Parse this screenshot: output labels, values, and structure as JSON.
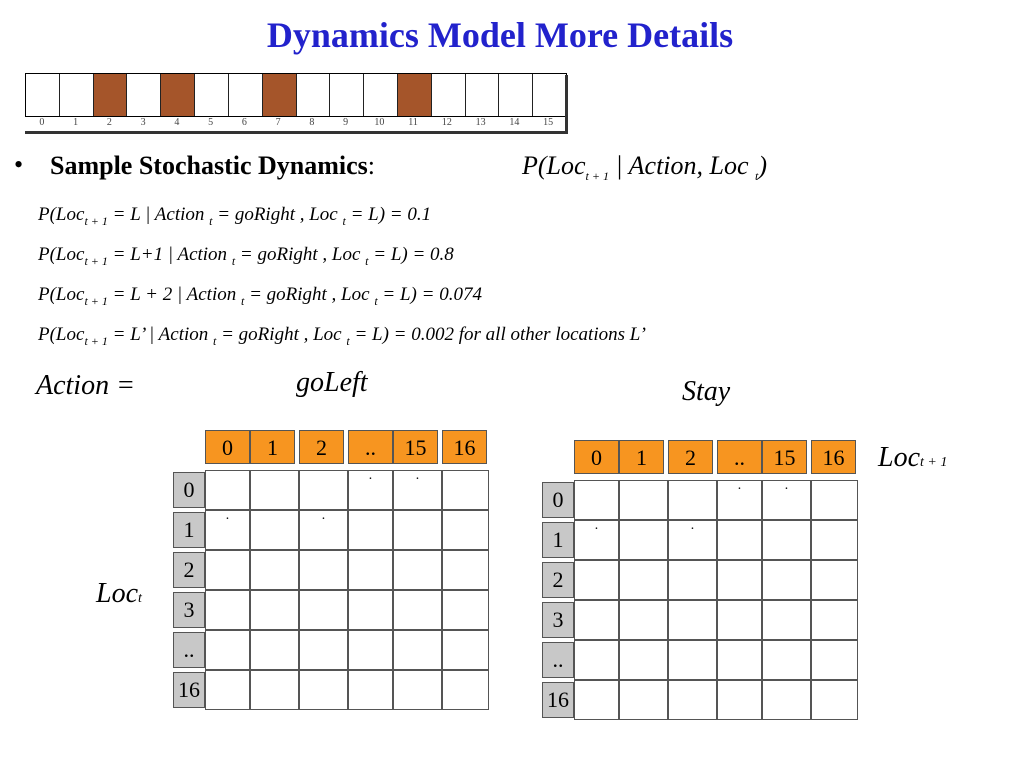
{
  "title": "Dynamics Model More Details",
  "strip": {
    "labels": [
      "0",
      "1",
      "2",
      "3",
      "4",
      "5",
      "6",
      "7",
      "8",
      "9",
      "10",
      "11",
      "12",
      "13",
      "14",
      "15"
    ],
    "filled_indices": [
      2,
      4,
      7,
      11
    ],
    "filled_color": "#a5552a"
  },
  "bullet": {
    "marker": "•",
    "heading": "Sample Stochastic Dynamics",
    "colon": ":",
    "formula": {
      "pre": "P(Loc",
      "sub1": "t + 1",
      "mid": " | Action, Loc ",
      "sub2": "t",
      "post": ")"
    }
  },
  "probabilities": [
    {
      "a": "P(Loc",
      "s1": "t + 1",
      "b": " = L | Action ",
      "s2": "t",
      "c": " = goRight , Loc ",
      "s3": "t",
      "d": " = L) = 0.1"
    },
    {
      "a": "P(Loc",
      "s1": "t + 1",
      "b": " = L+1 | Action ",
      "s2": "t",
      "c": " = goRight , Loc ",
      "s3": "t",
      "d": " = L) = 0.8"
    },
    {
      "a": "P(Loc",
      "s1": "t + 1",
      "b": " = L + 2 | Action ",
      "s2": "t",
      "c": " = goRight , Loc ",
      "s3": "t",
      "d": " = L) = 0.074"
    },
    {
      "a": "P(Loc",
      "s1": "t + 1",
      "b": " = L’ | Action ",
      "s2": "t",
      "c": " = goRight , Loc ",
      "s3": "t",
      "d": " = L) = 0.002  for all other locations L’"
    }
  ],
  "action_label": "Action =",
  "action_left": "goLeft",
  "action_right": "Stay",
  "loc_t": {
    "main": "Loc",
    "sub": "t"
  },
  "loc_t1": {
    "main": "Loc",
    "sub": "t + 1"
  },
  "grid_cols": [
    "0",
    "1",
    "2",
    "..",
    "15",
    "16"
  ],
  "grid_rows": [
    "0",
    "1",
    "2",
    "3",
    "..",
    "16"
  ],
  "dot": "·",
  "colors": {
    "title": "#2222cc",
    "header": "#f79520",
    "rowheader": "#c8c8c8"
  }
}
